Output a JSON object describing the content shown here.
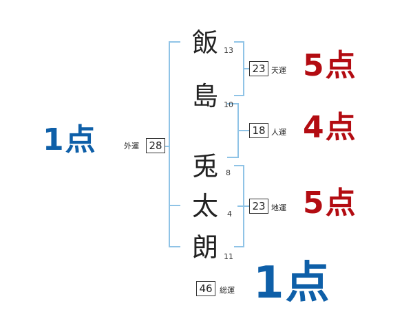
{
  "name_chars": [
    {
      "char": "飯",
      "strokes": "13"
    },
    {
      "char": "島",
      "strokes": "10"
    },
    {
      "char": "兎",
      "strokes": "8"
    },
    {
      "char": "太",
      "strokes": "4"
    },
    {
      "char": "朗",
      "strokes": "11"
    }
  ],
  "fortunes": {
    "gaiun": {
      "label": "外運",
      "value": "28",
      "score": "1点"
    },
    "tenun": {
      "label": "天運",
      "value": "23",
      "score": "5点"
    },
    "jinun": {
      "label": "人運",
      "value": "18",
      "score": "4点"
    },
    "chiun": {
      "label": "地運",
      "value": "23",
      "score": "5点"
    },
    "souun": {
      "label": "総運",
      "value": "46",
      "score": "1点"
    }
  },
  "colors": {
    "red_score": "#b30c12",
    "blue_score": "#0e5fa8",
    "bracket": "#8fc3e6"
  }
}
